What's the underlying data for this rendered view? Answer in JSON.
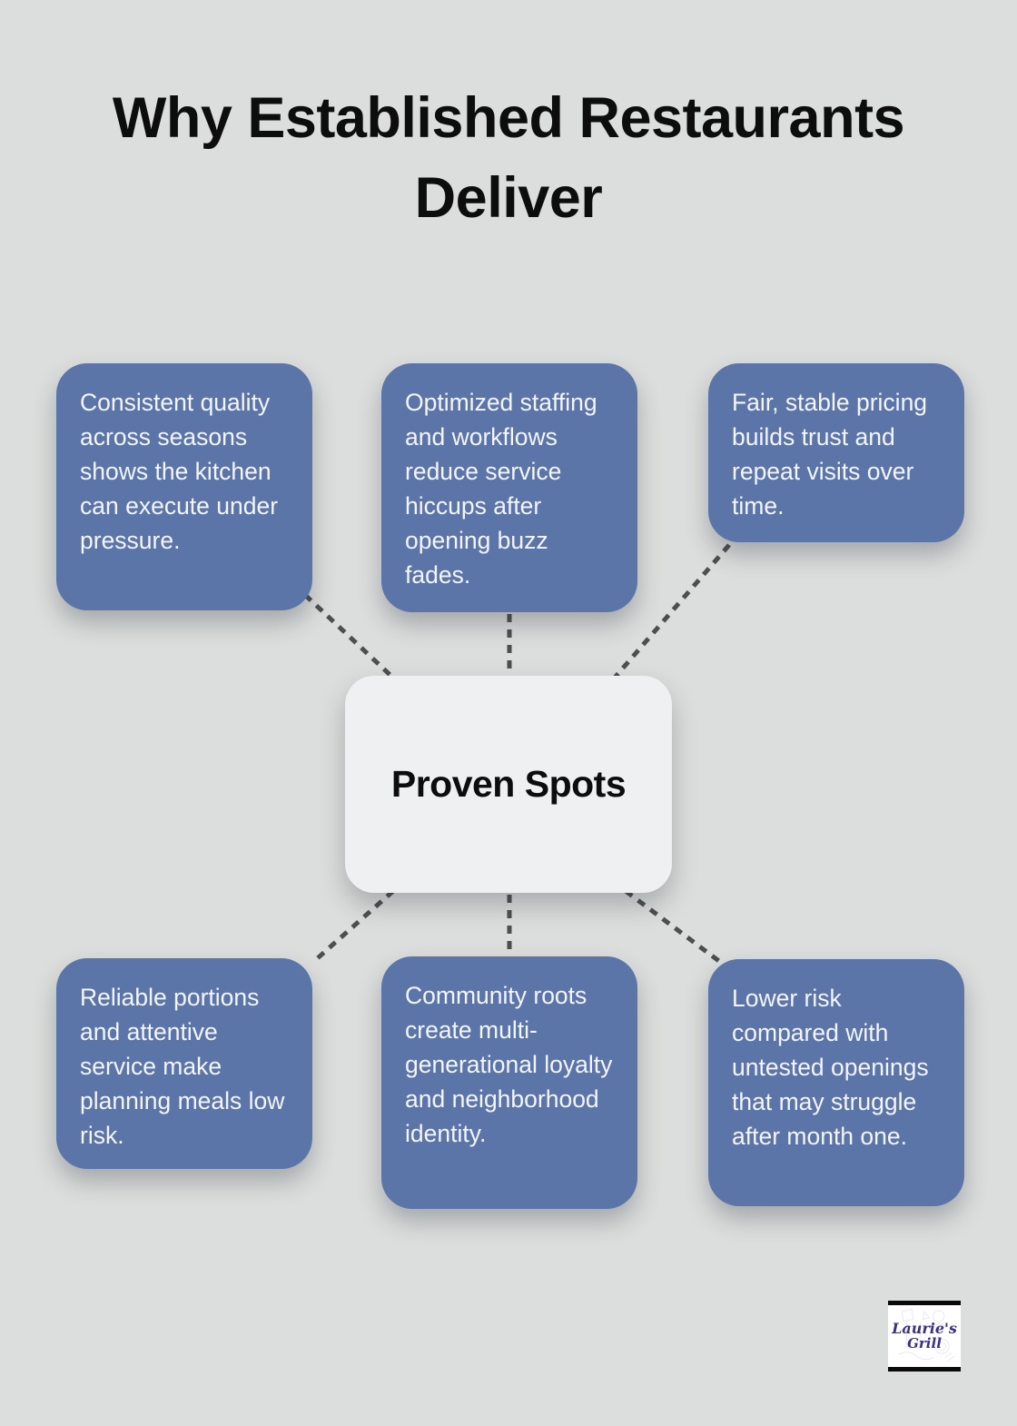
{
  "title": "Why Established Restaurants Deliver",
  "hub": {
    "label": "Proven Spots"
  },
  "nodes": [
    {
      "id": "top-left",
      "text": "Consistent quality across seasons shows the kitchen can execute under pressure."
    },
    {
      "id": "top-middle",
      "text": "Optimized staffing and workflows reduce service hiccups after opening buzz fades."
    },
    {
      "id": "top-right",
      "text": "Fair, stable pricing builds trust and repeat visits over time."
    },
    {
      "id": "bottom-left",
      "text": "Reliable portions and attentive service make planning meals low risk."
    },
    {
      "id": "bottom-middle",
      "text": "Community roots create multi-generational loyalty and neighborhood identity."
    },
    {
      "id": "bottom-right",
      "text": "Lower risk compared with untested openings that may struggle after month one."
    }
  ],
  "logo": {
    "line1": "Laurie's",
    "line2": "Grill"
  },
  "colors": {
    "background": "#dcdedd",
    "node_fill": "#5b75a9",
    "node_text": "#f3f5f8",
    "hub_fill": "#eef0f1",
    "hub_text": "#0d0d0d",
    "connector": "#4e4e4e",
    "title_text": "#0d0d0d",
    "logo_text": "#3a3087"
  }
}
